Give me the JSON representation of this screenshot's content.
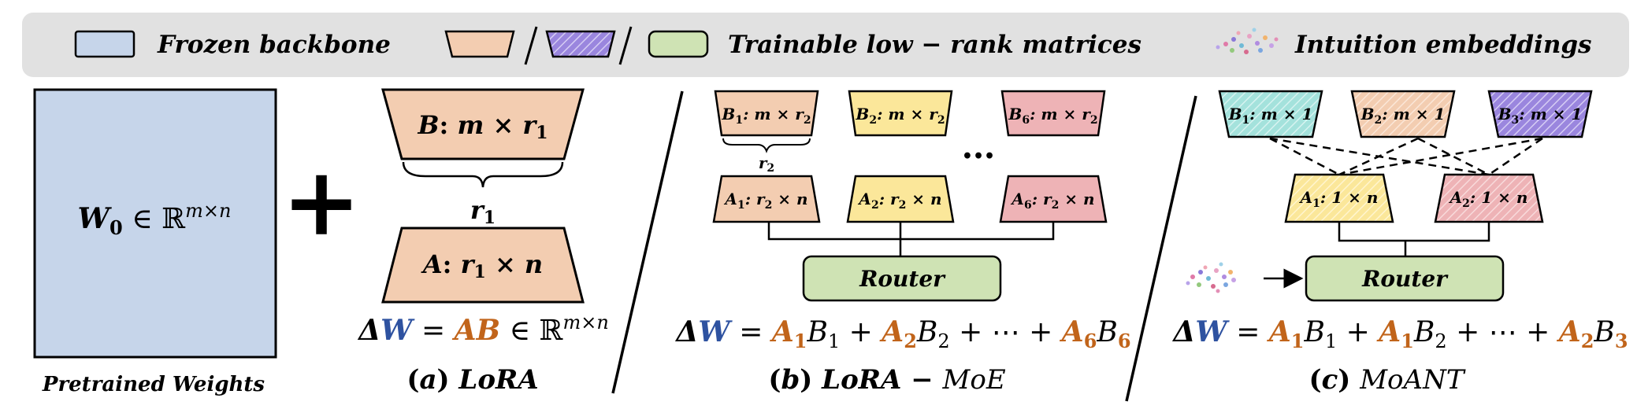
{
  "legend": {
    "frozen_label": "Frozen backbone",
    "trainable_label": "Trainable low − rank matrices",
    "intuition_label": "Intuition embeddings",
    "separator": "/"
  },
  "panel_w0": {
    "main": "W",
    "sub": "0",
    "in_reals": " ∈ ℝ",
    "sup": "m×n",
    "caption": "Pretrained Weights"
  },
  "plus_sign": "+",
  "panel_a": {
    "B": {
      "name": "B",
      "colon": ":",
      "dims": " m × r",
      "sub": "1"
    },
    "brace": {
      "name": "r",
      "sub": "1"
    },
    "A": {
      "name": "A",
      "colon": ":",
      "dims": " r",
      "sub": "1",
      "dims2": " × n"
    },
    "formula": {
      "delta": "Δ",
      "W": "W",
      "eq": " = ",
      "AB": "AB",
      "rest": " ∈ ℝ",
      "sup": "m×n"
    },
    "caption": {
      "open": "(",
      "letter": "a",
      "close": ") ",
      "name": "LoRA"
    }
  },
  "panel_b": {
    "B_experts": [
      {
        "name": "B",
        "sub": "1",
        "label": ": m × r",
        "sub2": "2"
      },
      {
        "name": "B",
        "sub": "2",
        "label": ": m × r",
        "sub2": "2"
      },
      {
        "name": "B",
        "sub": "6",
        "label": ": m × r",
        "sub2": "2"
      }
    ],
    "A_experts": [
      {
        "name": "A",
        "sub": "1",
        "label": ": r",
        "sub2": "2",
        "tail": " × n"
      },
      {
        "name": "A",
        "sub": "2",
        "label": ": r",
        "sub2": "2",
        "tail": " × n"
      },
      {
        "name": "A",
        "sub": "6",
        "label": ": r",
        "sub2": "2",
        "tail": " × n"
      }
    ],
    "brace": {
      "name": "r",
      "sub": "2"
    },
    "ellipsis": "•••",
    "router": "Router",
    "formula": {
      "delta": "Δ",
      "W": "W",
      "eq": " = ",
      "t1a": "A",
      "t1as": "1",
      "t1b": "B",
      "t1bs": "1",
      "plus1": " + ",
      "t2a": "A",
      "t2as": "2",
      "t2b": "B",
      "t2bs": "2",
      "plus2": " + ⋯ + ",
      "t3a": "A",
      "t3as": "6",
      "t3b": "B",
      "t3bs": "6"
    },
    "caption": {
      "open": "(",
      "letter": "b",
      "close": ") ",
      "name": "LoRA − ",
      "name2": "MoE"
    }
  },
  "panel_c": {
    "B_experts": [
      {
        "name": "B",
        "sub": "1",
        "label": ": m × 1"
      },
      {
        "name": "B",
        "sub": "2",
        "label": ": m × 1"
      },
      {
        "name": "B",
        "sub": "3",
        "label": ": m × 1"
      }
    ],
    "A_experts": [
      {
        "name": "A",
        "sub": "1",
        "label": ": 1 × n"
      },
      {
        "name": "A",
        "sub": "2",
        "label": ": 1 × n"
      }
    ],
    "router": "Router",
    "formula": {
      "delta": "Δ",
      "W": "W",
      "eq": " = ",
      "t1a": "A",
      "t1as": "1",
      "t1b": "B",
      "t1bs": "1",
      "plus1": " + ",
      "t2a": "A",
      "t2as": "1",
      "t2b": "B",
      "t2bs": "2",
      "plus2": " + ⋯ + ",
      "t3a": "A",
      "t3as": "2",
      "t3b": "B",
      "t3bs": "3"
    },
    "caption": {
      "open": "(",
      "letter": "c",
      "close": ") ",
      "name": "MoANT"
    }
  },
  "colors": {
    "frozen_fill": "#c6d5ea",
    "lora_orange": "#f3cdb1",
    "lora_yellow": "#fbe79a",
    "lora_pink": "#eeb3b6",
    "lora_cyan": "#a4e2dc",
    "lora_purple": "#9a86de",
    "router_green": "#cfe3b4",
    "legend_bg": "#e1e1e1",
    "accent_blue": "#2e52a0",
    "accent_orange": "#c1641a"
  }
}
